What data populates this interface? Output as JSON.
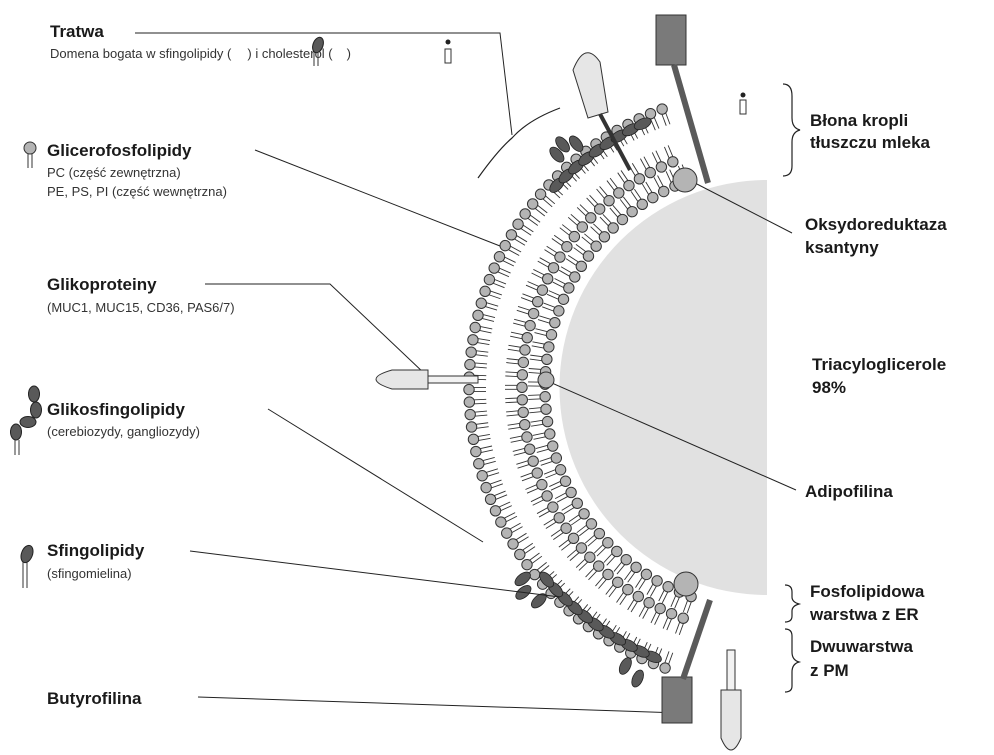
{
  "labels_left": {
    "tratwa": {
      "title": "Tratwa",
      "sub_part1": "Domena bogata w sfingolipidy (",
      "sub_part2": ") i cholesterol (",
      "sub_part3": ")"
    },
    "glicerofosfolipidy": {
      "title": "Glicerofosfolipidy",
      "line1": "PC (część zewnętrzna)",
      "line2": "PE, PS, PI (część wewnętrzna)"
    },
    "glikoproteiny": {
      "title": "Glikoproteiny",
      "line1": "(MUC1, MUC15, CD36, PAS6/7)"
    },
    "glikosfingolipidy": {
      "title": "Glikosfingolipidy",
      "line1": "(cerebiozydy, gangliozydy)"
    },
    "sfingolipidy": {
      "title": "Sfingolipidy",
      "line1": "(sfingomielina)"
    },
    "butyrofilina": {
      "title": "Butyrofilina"
    }
  },
  "labels_right": {
    "blona": {
      "line1": "Błona kropli",
      "line2": "tłuszczu mleka"
    },
    "oksydoreduktaza": {
      "line1": "Oksydoreduktaza",
      "line2": "ksantyny"
    },
    "triacyloglicerole": {
      "line1": "Triacyloglicerole",
      "line2": "98%"
    },
    "adipofilina": {
      "line1": "Adipofilina"
    },
    "fosfolipidowa": {
      "line1": "Fosfolipidowa",
      "line2": "warstwa z ER"
    },
    "dwuwarstwa": {
      "line1": "Dwuwarstwa",
      "line2": "z PM"
    }
  },
  "colors": {
    "lipid_head": "#b4b4b4",
    "lipid_outline": "#333333",
    "sphingo_dark": "#595959",
    "core_fill": "#e1e1e1",
    "protein_light": "#e6e6e6",
    "butyrophilin": "#7a7a7a"
  }
}
